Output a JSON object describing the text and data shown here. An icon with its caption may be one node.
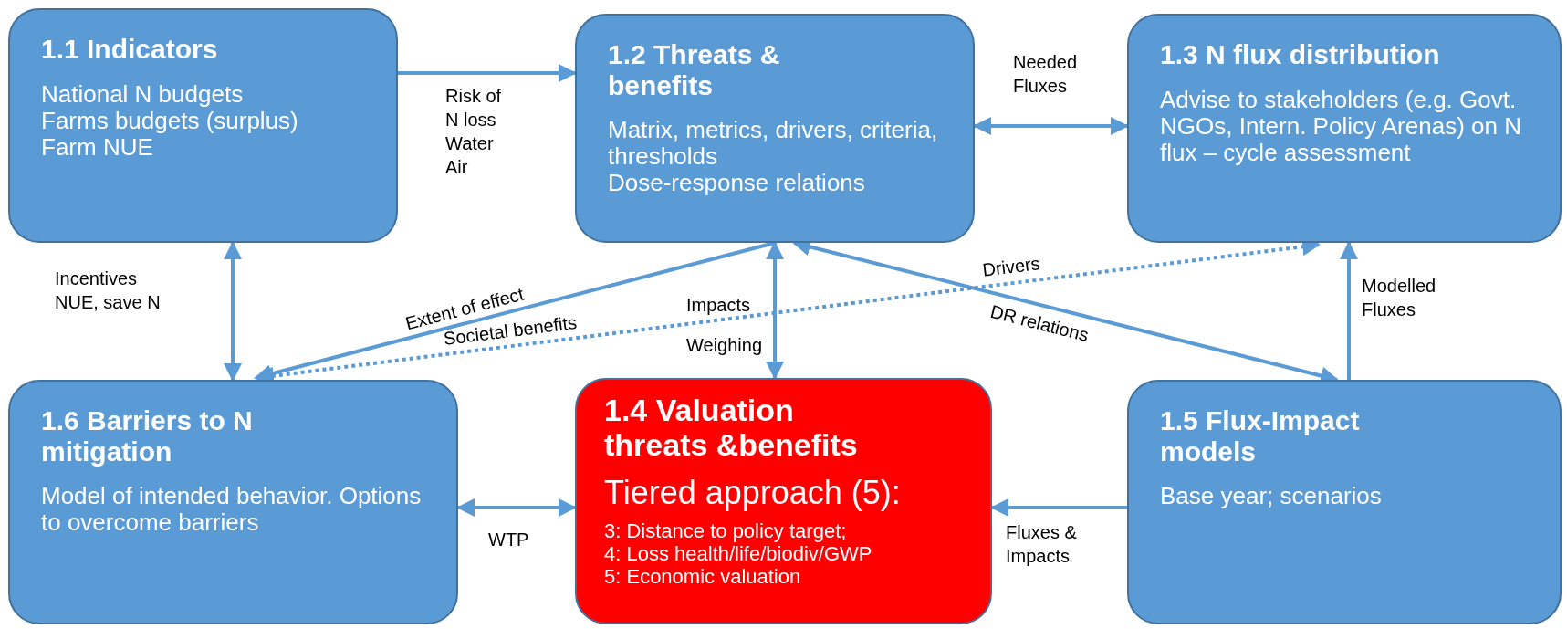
{
  "diagram": {
    "nodes": [
      {
        "text": [
          "1.1 Indicators",
          "National N budgets",
          "Farms budgets (surplus)",
          "Farm NUE"
        ]
      },
      {
        "text": [
          "1.2 Threats & benefits",
          "Matrix, metrics, drivers, criteria, thresholds",
          "Dose-response relations"
        ]
      },
      {
        "text": [
          "1.3 N flux distribution",
          "Advise to stakeholders (e.g. Govt. NGOs, Intern. Policy Arenas) on N flux – cycle assessment"
        ]
      },
      {
        "text": [
          "1.6 Barriers to N mitigation",
          "Model of intended behavior. Options to overcome barriers"
        ]
      },
      {
        "text": [
          "1.4 Valuation threats &benefits",
          "Tiered approach (5):",
          "3: Distance to policy target;",
          "4: Loss health/life/biodiv/GWP",
          "5: Economic valuation"
        ]
      },
      {
        "text": [
          "1.5 Flux-Impact models",
          "Base year; scenarios"
        ]
      }
    ],
    "edges": [
      {
        "from": 0,
        "to": 1,
        "arrow": "to",
        "label": "Risk of N loss Water Air"
      },
      {
        "from": 1,
        "to": 2,
        "arrow": "both",
        "label": "Needed Fluxes"
      },
      {
        "from": 0,
        "to": 3,
        "arrow": "both",
        "label": "Incentives NUE, save N"
      },
      {
        "from": 1,
        "to": 3,
        "arrow": "to",
        "label": "Extent of effect"
      },
      {
        "from": 3,
        "to": 2,
        "arrow": "both",
        "label": "Societal benefits",
        "style": "dashed"
      },
      {
        "from": 1,
        "to": 4,
        "arrow": "both",
        "label": "Impacts Weighing"
      },
      {
        "from": 5,
        "to": 1,
        "arrow": "both",
        "label": "DR relations"
      },
      {
        "from": 5,
        "to": 2,
        "arrow": "to",
        "label": "Modelled Fluxes"
      },
      {
        "from": 5,
        "to": 4,
        "arrow": "to",
        "label": "Fluxes & Impacts"
      },
      {
        "from": 3,
        "to": 4,
        "arrow": "both",
        "label": "WTP"
      }
    ],
    "labels": [
      "Drivers"
    ]
  }
}
